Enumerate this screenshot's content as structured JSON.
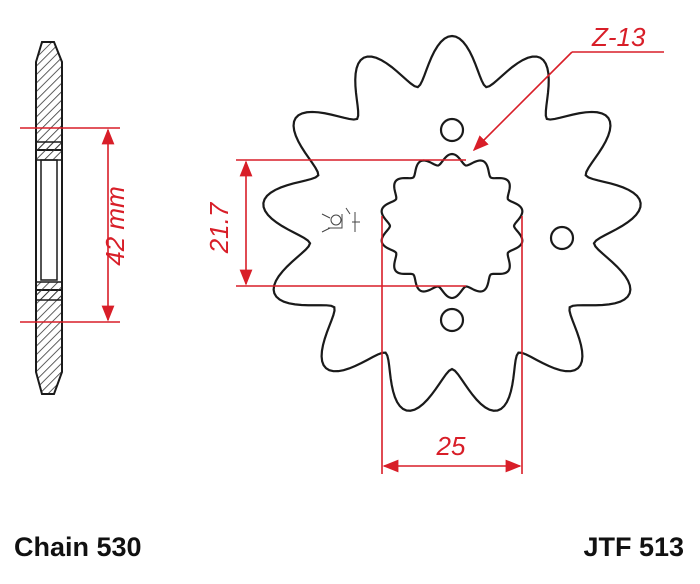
{
  "colors": {
    "outline": "#1a1a1a",
    "dimension": "#d81e28",
    "text": "#111111",
    "hatch": "#333333"
  },
  "dimensions": {
    "teeth_label": "Z-13",
    "bore_height_label": "21.7",
    "width_label": "25",
    "side_length_label": "42 mm"
  },
  "captions": {
    "chain": "Chain 530",
    "part_number": "JTF 513"
  },
  "icons": [
    "profile-hatched-icon",
    "gear-sprocket-icon",
    "spline-bore-icon",
    "mounting-hole-icon",
    "logo-mark-icon"
  ],
  "sprocket": {
    "teeth": 13,
    "bore_splines": 14,
    "mounting_holes": 3
  }
}
